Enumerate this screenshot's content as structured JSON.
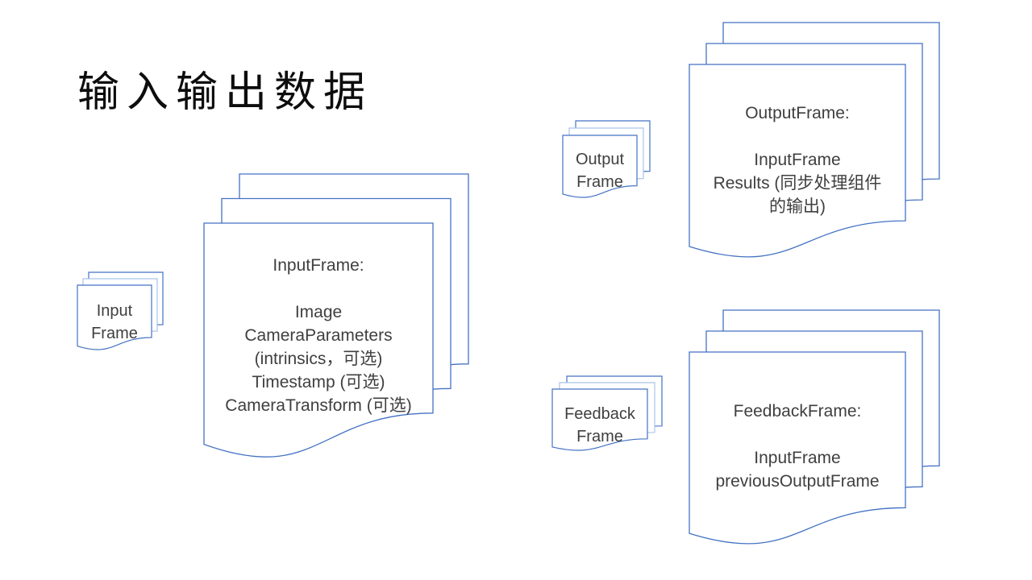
{
  "slide": {
    "title": "输入输出数据",
    "background": "#FFFFFF"
  },
  "colors": {
    "outline": "#4472C4",
    "outline_light": "#A9C3E9",
    "doc_fill": "#FFFFFF",
    "text": "#3F3F3F",
    "title_text": "#0D0D0D"
  },
  "stacks": {
    "input_small": {
      "lines": [
        "Input",
        "Frame"
      ]
    },
    "input_large": {
      "lines": [
        "InputFrame:",
        "",
        "Image",
        "CameraParameters",
        "(intrinsics，可选)",
        "Timestamp (可选)",
        "CameraTransform (可选)"
      ]
    },
    "output_small": {
      "lines": [
        "Output",
        "Frame"
      ]
    },
    "output_large": {
      "lines": [
        "OutputFrame:",
        "",
        "InputFrame",
        "Results (同步处理组件",
        "的输出)"
      ]
    },
    "feedback_small": {
      "lines": [
        "Feedback",
        "Frame"
      ]
    },
    "feedback_large": {
      "lines": [
        "FeedbackFrame:",
        "",
        "InputFrame",
        "previousOutputFrame"
      ]
    }
  }
}
